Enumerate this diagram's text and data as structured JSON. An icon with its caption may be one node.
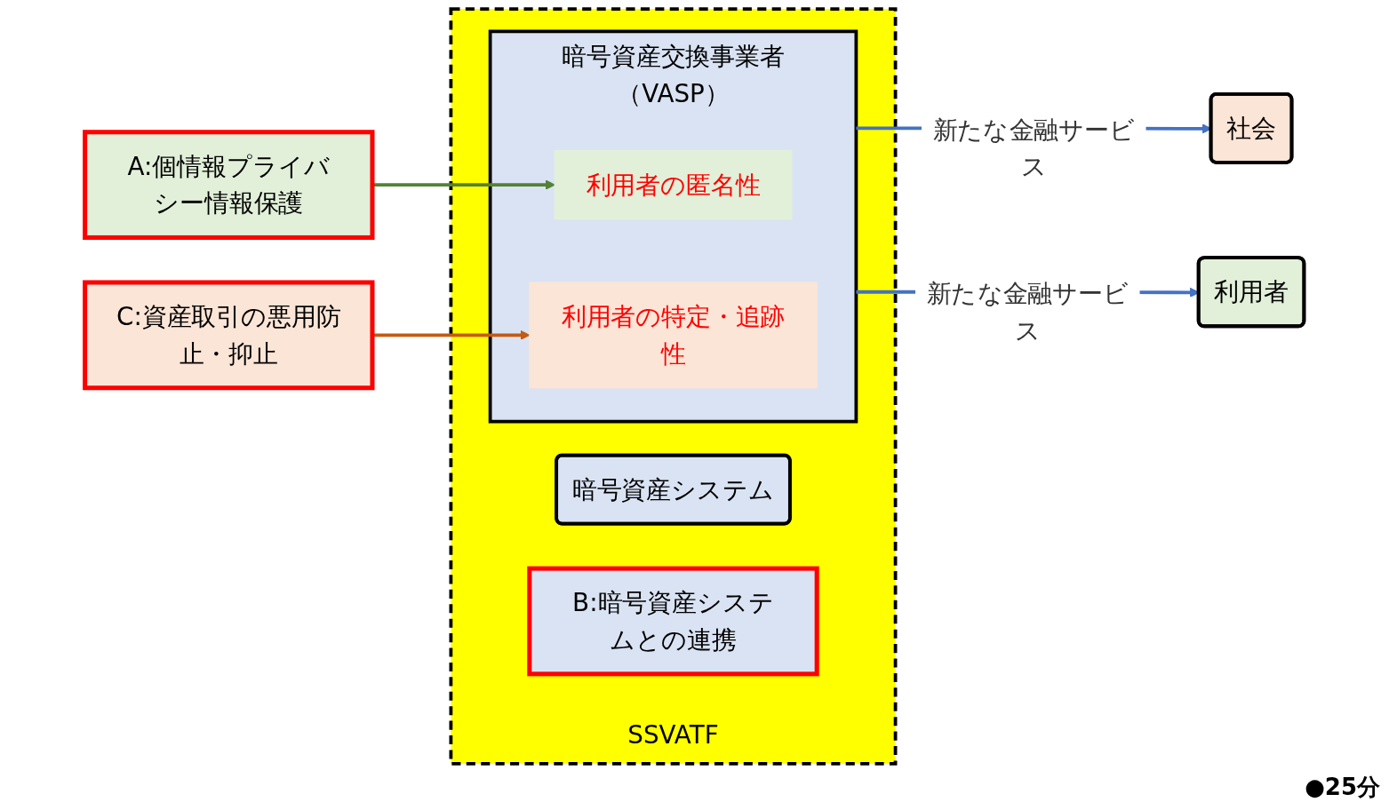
{
  "diagram": {
    "nodes": [
      {
        "text": [
          "SSVATF"
        ]
      },
      {
        "text": [
          "暗号資産交換事業者（VASP）"
        ],
        "in": 0
      },
      {
        "text": [
          "利用者の匿名性"
        ],
        "in": 1
      },
      {
        "text": [
          "利用者の特定・追跡性"
        ],
        "in": 1
      },
      {
        "text": [
          "暗号資産システム"
        ],
        "in": 0
      },
      {
        "text": [
          "B:暗号資産システムとの連携"
        ],
        "in": 0
      },
      {
        "text": [
          "社会"
        ]
      },
      {
        "text": [
          "C:資産取引の悪用防止・抑止"
        ]
      },
      {
        "text": [
          "A:個情報プライバシー情報保護"
        ]
      },
      {
        "text": [
          "利用者"
        ]
      }
    ],
    "edges": [
      {
        "from": 1,
        "to": 6,
        "arrow": "to",
        "label": "新たな金融サービス",
        "color": "#4472c4"
      },
      {
        "from": 1,
        "to": 9,
        "arrow": "to",
        "label": "新たな金融サービス",
        "color": "#4472c4"
      },
      {
        "from": 8,
        "to": 2,
        "arrow": "to",
        "color": "#548235"
      },
      {
        "from": 7,
        "to": 3,
        "arrow": "to",
        "color": "#c55a11"
      }
    ],
    "labels": [
      "●25分"
    ]
  }
}
